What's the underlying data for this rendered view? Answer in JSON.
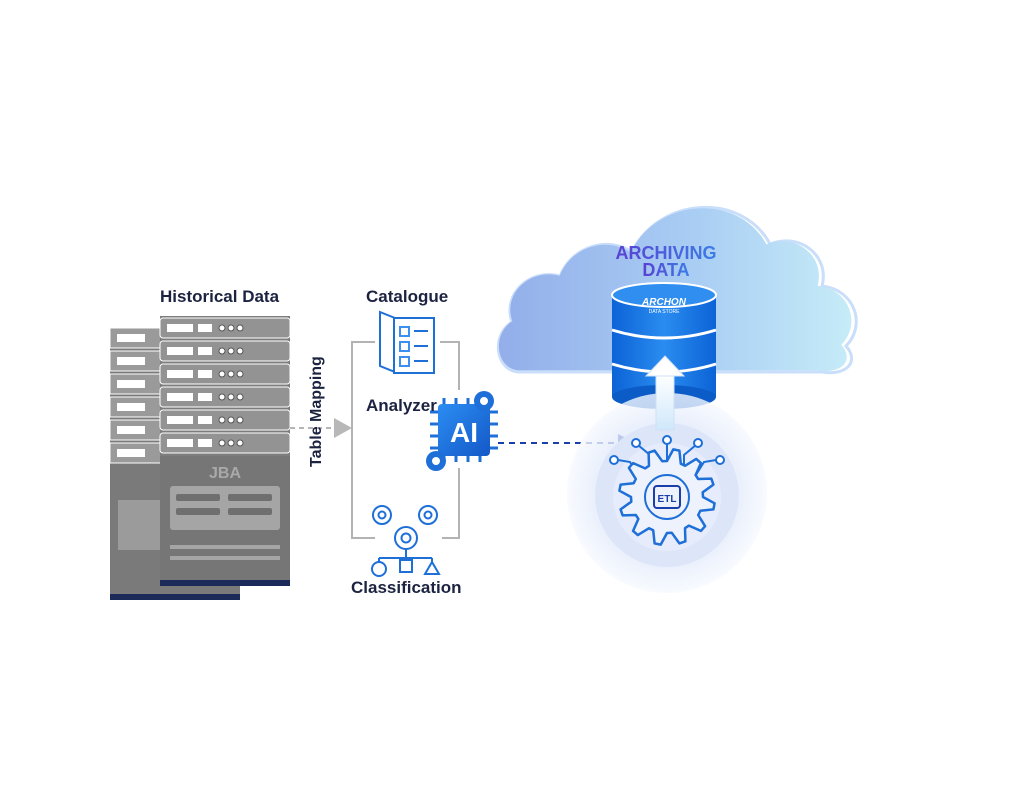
{
  "labels": {
    "historical_data": "Historical Data",
    "table_mapping": "Table Mapping",
    "catalogue": "Catalogue",
    "analyzer": "Analyzer",
    "classification": "Classification"
  },
  "server": {
    "brand": "JBA"
  },
  "ai_chip": {
    "text": "AI"
  },
  "cloud": {
    "title_line1": "ARCHIVING",
    "title_line2": "DATA"
  },
  "database": {
    "logo": "ARCHON",
    "logo_sub": "DATA STORE"
  },
  "etl": {
    "text": "ETL"
  },
  "colors": {
    "server_gray": "#8c8c8c",
    "server_dark": "#6e6e6e",
    "navy": "#1c2340",
    "accent_blue": "#1a6fd8",
    "cloud_light": "#bfe6f7",
    "cloud_dark": "#8fb1ea",
    "title_purple": "#5a49d6"
  }
}
